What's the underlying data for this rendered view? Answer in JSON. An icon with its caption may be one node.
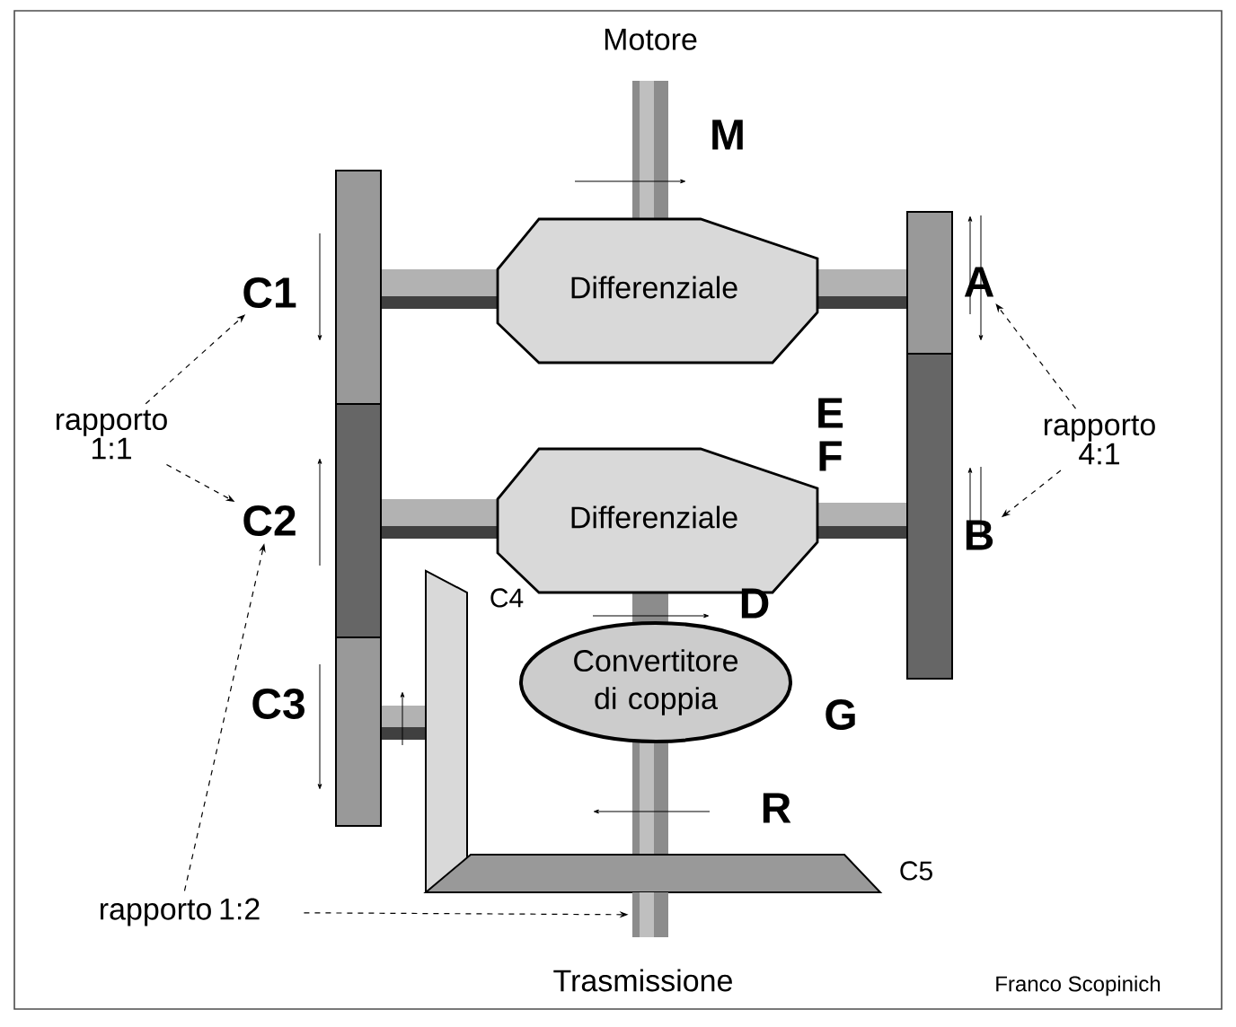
{
  "diagram": {
    "nodes": [
      {
        "text": [
          "Differenziale"
        ]
      },
      {
        "text": [
          "Differenziale"
        ]
      },
      {
        "text": [
          "Convertitore di coppia"
        ]
      },
      {
        "text": [
          "C1"
        ]
      },
      {
        "text": [
          "C2"
        ]
      },
      {
        "text": [
          "A"
        ]
      },
      {
        "text": [
          "B"
        ]
      },
      {
        "text": [
          "rapporto 1:1"
        ]
      },
      {
        "text": [
          "rapporto 4:1"
        ]
      },
      {
        "text": [
          "rapporto 1:2"
        ]
      },
      {
        "text": [],
        "shape": "bar"
      }
    ],
    "edges": [
      {
        "from": 7,
        "to": 3,
        "arrow": "to",
        "style": "dashed"
      },
      {
        "from": 7,
        "to": 4,
        "arrow": "to",
        "style": "dashed"
      },
      {
        "from": 8,
        "to": 5,
        "arrow": "to",
        "style": "dashed"
      },
      {
        "from": 8,
        "to": 6,
        "arrow": "to",
        "style": "dashed"
      },
      {
        "from": 9,
        "to": 4,
        "arrow": "to",
        "style": "dashed"
      },
      {
        "from": 9,
        "to": 10,
        "arrow": "to",
        "style": "dashed"
      }
    ],
    "labels": [
      "Motore",
      "M",
      "E",
      "F",
      "C3",
      "C4",
      "D",
      "G",
      "R",
      "C5",
      "Trasmissione",
      "Franco Scopinich"
    ]
  }
}
